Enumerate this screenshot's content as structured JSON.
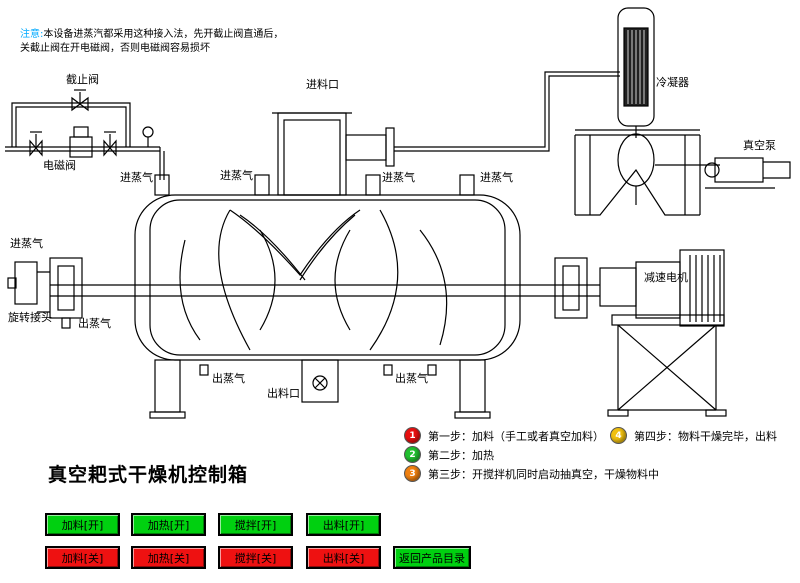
{
  "note": {
    "highlight": "注意:",
    "text": "本设备进蒸汽都采用这种接入法，先开截止阀直通后，关截止阀在开电磁阀，否则电磁阀容易损坏"
  },
  "labels": {
    "shutoff_valve": "截止阀",
    "solenoid_valve": "电磁阀",
    "feed_inlet": "进料口",
    "condenser": "冷凝器",
    "vacuum_pump": "真空泵",
    "steam_in": "进蒸气",
    "steam_out": "出蒸气",
    "rotary_joint": "旋转接头",
    "reducer_motor": "减速电机",
    "discharge": "出料口"
  },
  "steps": [
    {
      "num": "1",
      "color": "#e81010",
      "text": "第一步：加料（手工或者真空加料）"
    },
    {
      "num": "2",
      "color": "#22c030",
      "text": "第二步：加热"
    },
    {
      "num": "3",
      "color": "#f08010",
      "text": "第三步：开搅拌机同时启动抽真空，干燥物料中"
    },
    {
      "num": "4",
      "color": "#f0c010",
      "text": "第四步：物料干燥完毕，出料"
    }
  ],
  "title": "真空耙式干燥机控制箱",
  "buttons": {
    "feed_on": "加料[开]",
    "heat_on": "加热[开]",
    "stir_on": "搅拌[开]",
    "discharge_on": "出料[开]",
    "feed_off": "加料[关]",
    "heat_off": "加热[关]",
    "stir_off": "搅拌[关]",
    "discharge_off": "出料[关]",
    "back": "返回产品目录"
  }
}
